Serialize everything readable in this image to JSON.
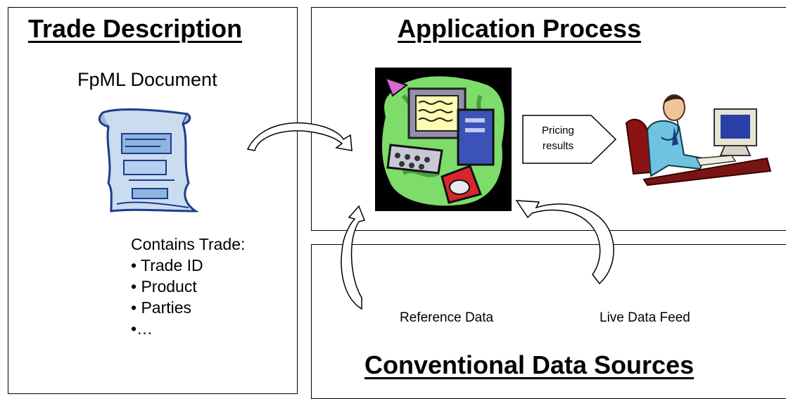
{
  "trade_description": {
    "heading": "Trade Description",
    "document_label": "FpML Document",
    "contains_heading": "Contains Trade:",
    "items": [
      "• Trade ID",
      "• Product",
      "• Parties",
      "•…"
    ]
  },
  "application_process": {
    "heading": "Application Process",
    "pricing_label_line1": "Pricing",
    "pricing_label_line2": "results"
  },
  "data_sources": {
    "heading": "Conventional Data Sources",
    "reference_data": "Reference Data",
    "live_data_feed": "Live Data Feed"
  },
  "icons": {
    "document": "fpml-document-icon",
    "computer": "computer-clipart-icon",
    "user": "user-at-desk-icon",
    "arrows": "curved-arrow-icon"
  }
}
